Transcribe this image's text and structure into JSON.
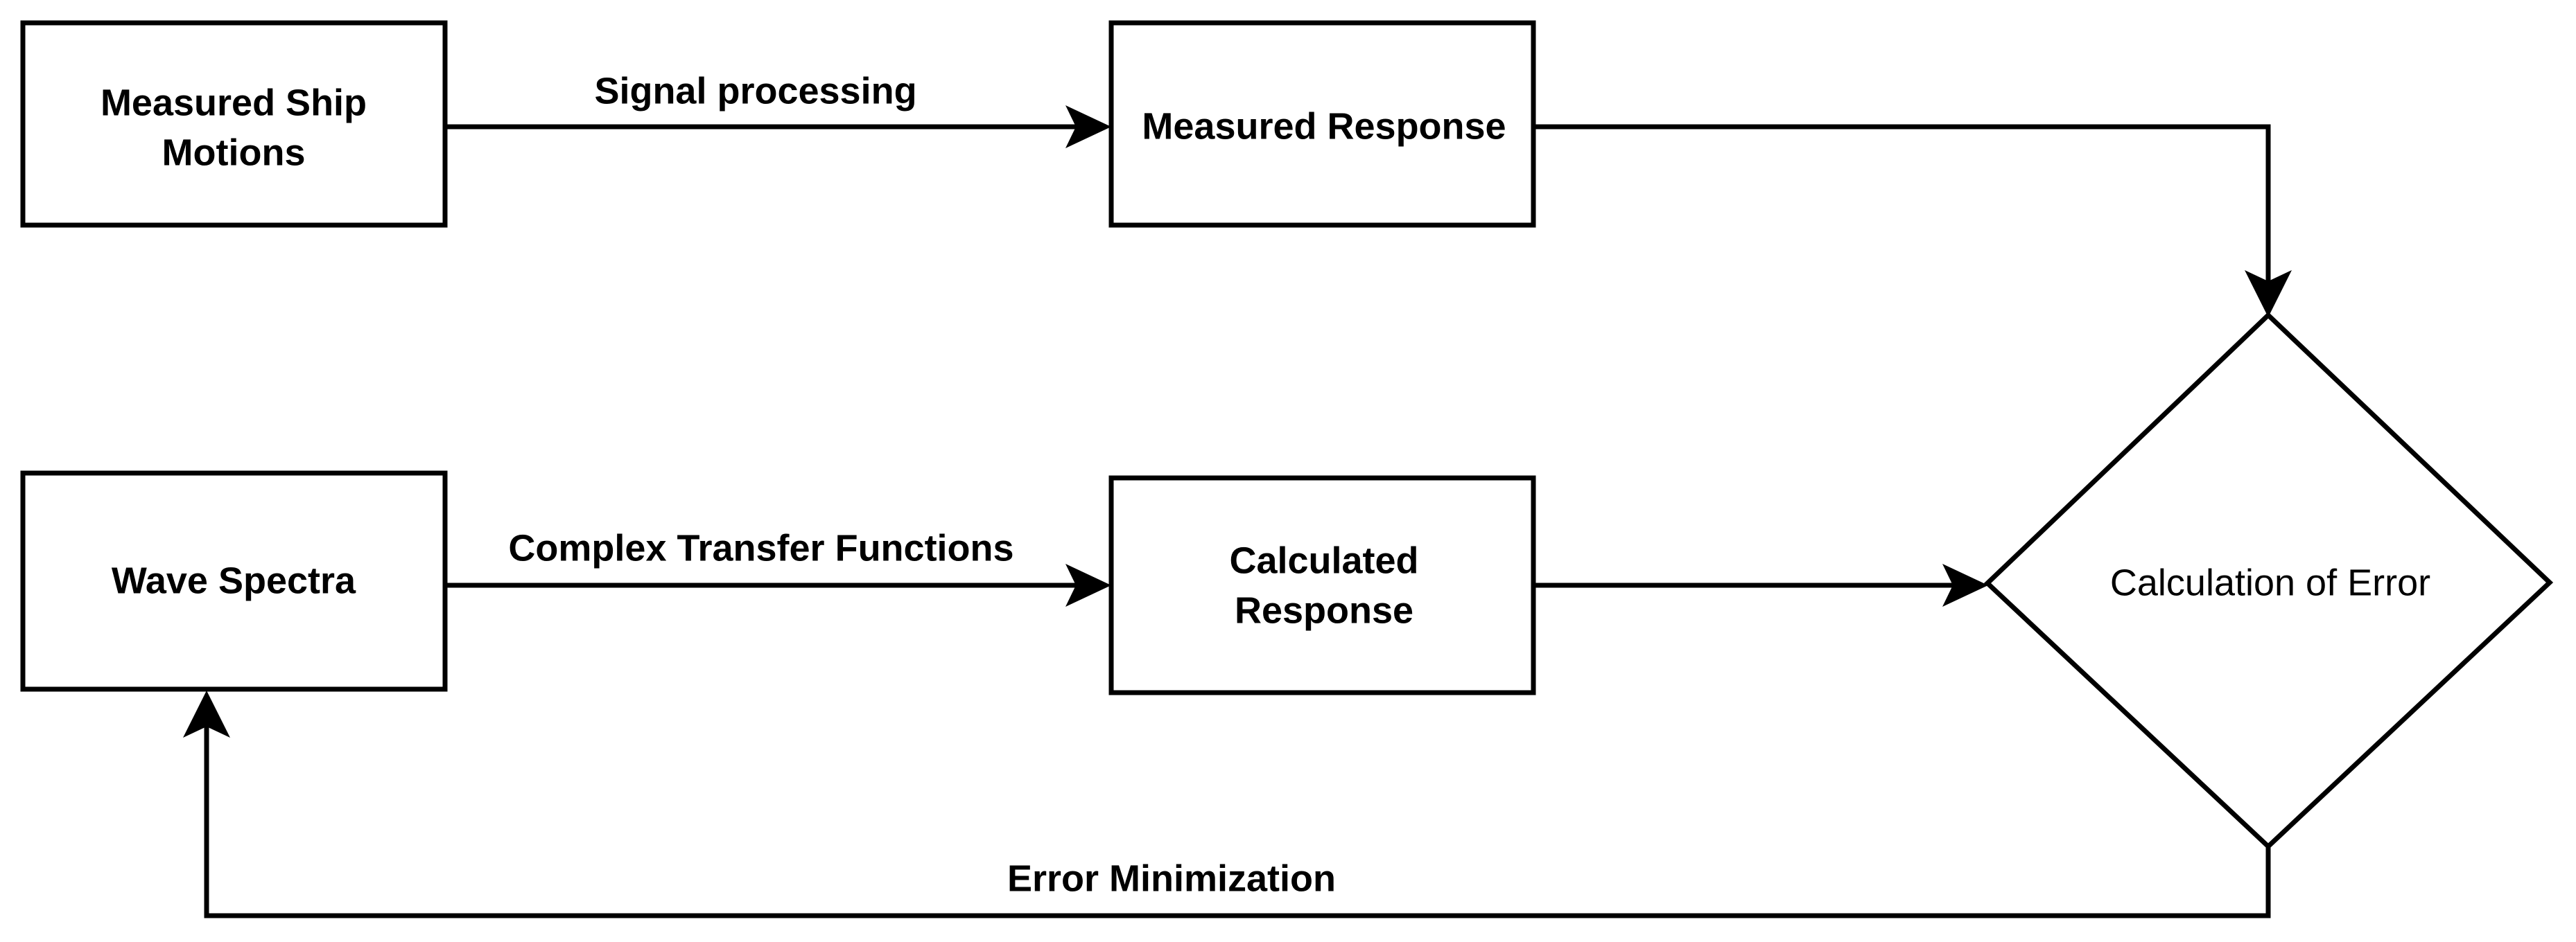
{
  "diagram": {
    "title": "Ship motion wave spectra error minimization flowchart",
    "background_color": "#ffffff",
    "line_color": "#000000",
    "text_color": "#000000",
    "nodes": [
      {
        "id": "measured-ship-motions",
        "shape": "rectangle",
        "label_line1": "Measured Ship",
        "label_line2": "Motions"
      },
      {
        "id": "measured-response",
        "shape": "rectangle",
        "label_line1": "Measured Response",
        "label_line2": ""
      },
      {
        "id": "wave-spectra",
        "shape": "rectangle",
        "label_line1": "Wave Spectra",
        "label_line2": ""
      },
      {
        "id": "calculated-response",
        "shape": "rectangle",
        "label_line1": "Calculated",
        "label_line2": "Response"
      },
      {
        "id": "calculation-of-error",
        "shape": "diamond",
        "label_line1": "Calculation of Error",
        "label_line2": ""
      }
    ],
    "edges": [
      {
        "id": "signal-processing",
        "from": "measured-ship-motions",
        "to": "measured-response",
        "label": "Signal processing"
      },
      {
        "id": "measured-response-to-error",
        "from": "measured-response",
        "to": "calculation-of-error",
        "label": ""
      },
      {
        "id": "complex-transfer-functions",
        "from": "wave-spectra",
        "to": "calculated-response",
        "label": "Complex Transfer Functions"
      },
      {
        "id": "calculated-response-to-error",
        "from": "calculated-response",
        "to": "calculation-of-error",
        "label": ""
      },
      {
        "id": "error-minimization",
        "from": "calculation-of-error",
        "to": "wave-spectra",
        "label": "Error Minimization"
      }
    ]
  }
}
